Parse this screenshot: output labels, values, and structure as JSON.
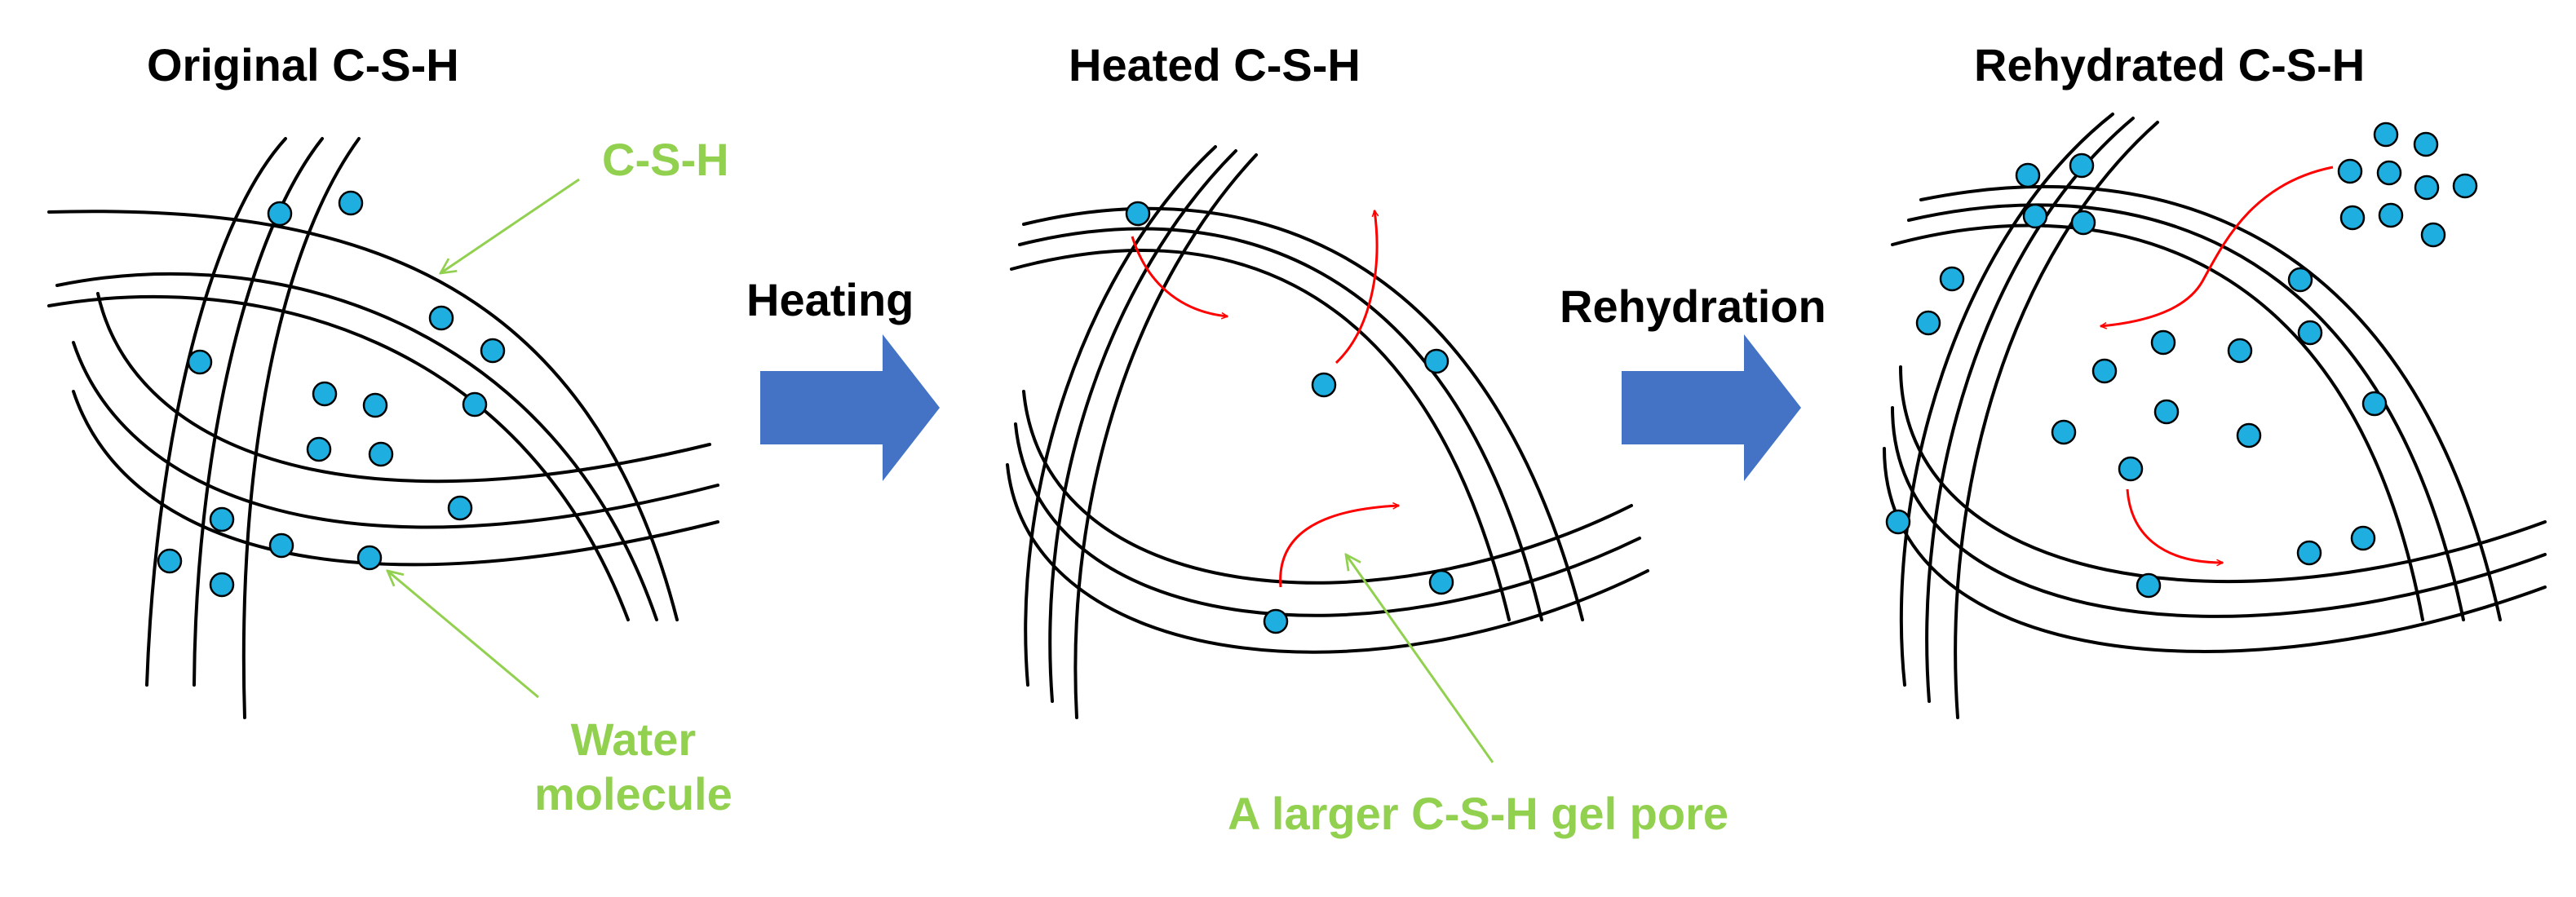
{
  "panels": [
    {
      "title": "Original C-S-H"
    },
    {
      "title": "Heated C-S-H"
    },
    {
      "title": "Rehydrated C-S-H"
    }
  ],
  "steps": [
    {
      "label": "Heating"
    },
    {
      "label": "Rehydration"
    }
  ],
  "annotations": {
    "csh": "C-S-H",
    "water": "Water\nmolecule",
    "pore": "A larger C-S-H gel pore"
  },
  "colors": {
    "fibre": "#000000",
    "water_fill": "#1eaee0",
    "water_stroke": "#000000",
    "arrow_block": "#4472c4",
    "migration_arrow": "#ff0000",
    "annotation": "#92d050"
  }
}
